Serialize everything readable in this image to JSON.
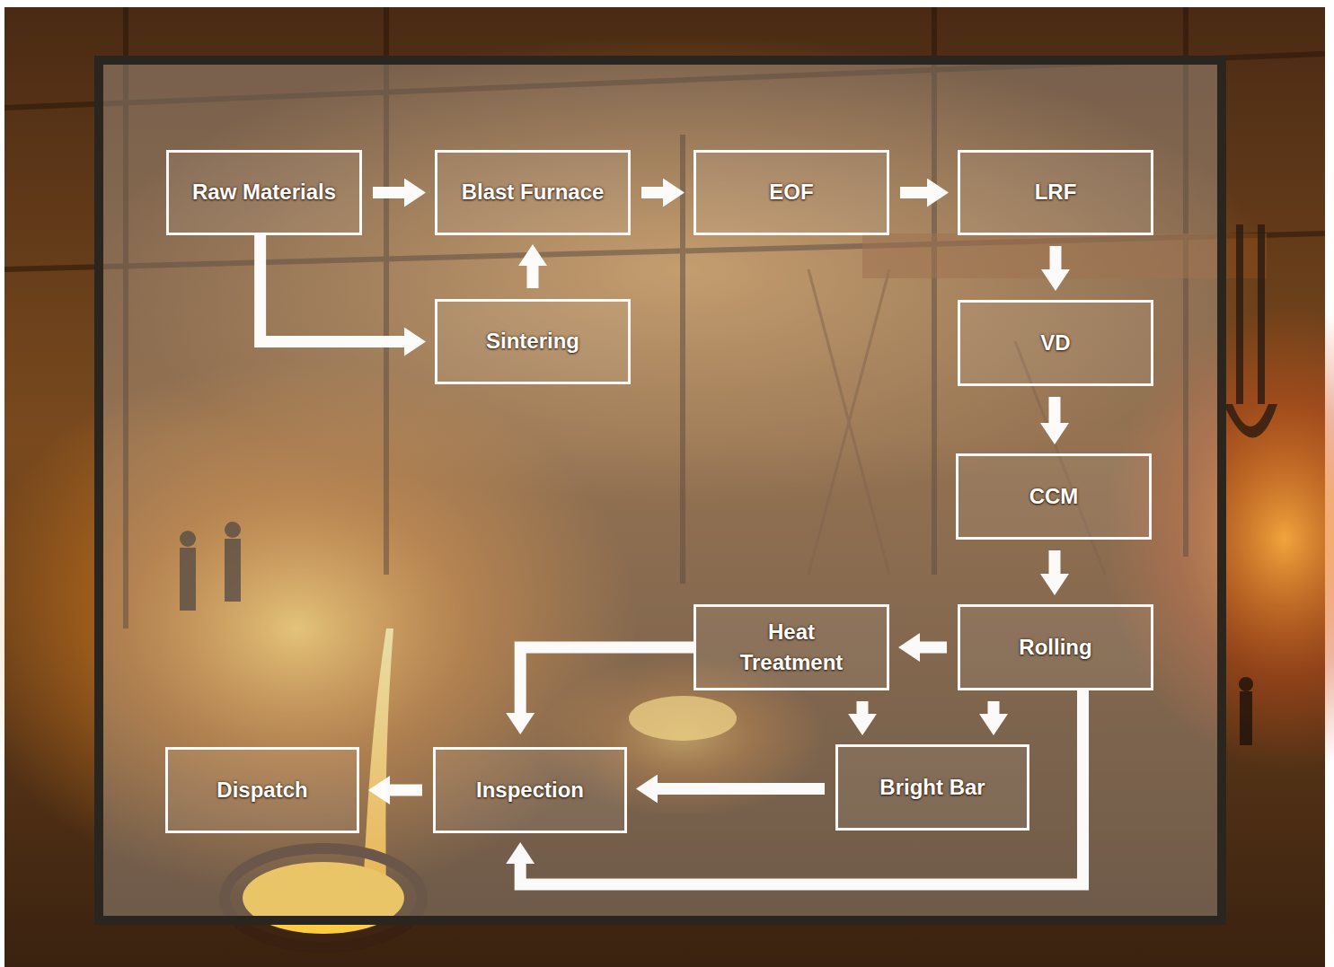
{
  "diagram": {
    "nodes": [
      {
        "text": [
          "Raw Materials"
        ]
      },
      {
        "text": [
          "Blast Furnace"
        ]
      },
      {
        "text": [
          "EOF"
        ]
      },
      {
        "text": [
          "LRF"
        ]
      },
      {
        "text": [
          "Sintering"
        ]
      },
      {
        "text": [
          "VD"
        ]
      },
      {
        "text": [
          "CCM"
        ]
      },
      {
        "text": [
          "Heat Treatment"
        ]
      },
      {
        "text": [
          "Rolling"
        ]
      },
      {
        "text": [
          "Dispatch"
        ]
      },
      {
        "text": [
          "Inspection"
        ]
      },
      {
        "text": [
          "Bright Bar"
        ]
      }
    ],
    "edges": [
      {
        "from": 0,
        "to": 1,
        "arrow": "to"
      },
      {
        "from": 0,
        "to": 4,
        "arrow": "to"
      },
      {
        "from": 4,
        "to": 1,
        "arrow": "to"
      },
      {
        "from": 1,
        "to": 2,
        "arrow": "to"
      },
      {
        "from": 2,
        "to": 3,
        "arrow": "to"
      },
      {
        "from": 3,
        "to": 5,
        "arrow": "to"
      },
      {
        "from": 5,
        "to": 6,
        "arrow": "to"
      },
      {
        "from": 6,
        "to": 8,
        "arrow": "to"
      },
      {
        "from": 8,
        "to": 7,
        "arrow": "to"
      },
      {
        "from": 8,
        "to": 11,
        "arrow": "to"
      },
      {
        "from": 7,
        "to": 11,
        "arrow": "to"
      },
      {
        "from": 7,
        "to": 10,
        "arrow": "to"
      },
      {
        "from": 11,
        "to": 10,
        "arrow": "to"
      },
      {
        "from": 8,
        "to": 10,
        "arrow": "to"
      },
      {
        "from": 10,
        "to": 9,
        "arrow": "to"
      }
    ]
  }
}
